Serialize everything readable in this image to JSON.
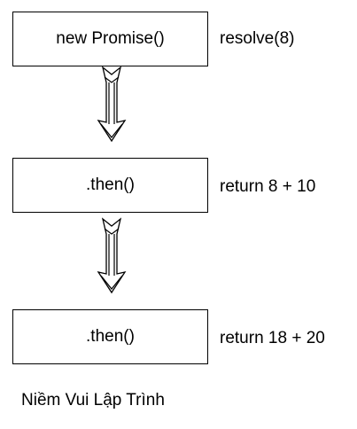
{
  "steps": [
    {
      "box_label": "new Promise()",
      "side_label": "resolve(8)"
    },
    {
      "box_label": ".then()",
      "side_label": "return 8 + 10"
    },
    {
      "box_label": ".then()",
      "side_label": "return 18 + 20"
    }
  ],
  "footer": "Niềm Vui Lập Trình",
  "colors": {
    "stroke": "#000000",
    "background": "#ffffff"
  },
  "icons": {
    "connector": "double-outline-down-arrow-icon"
  }
}
